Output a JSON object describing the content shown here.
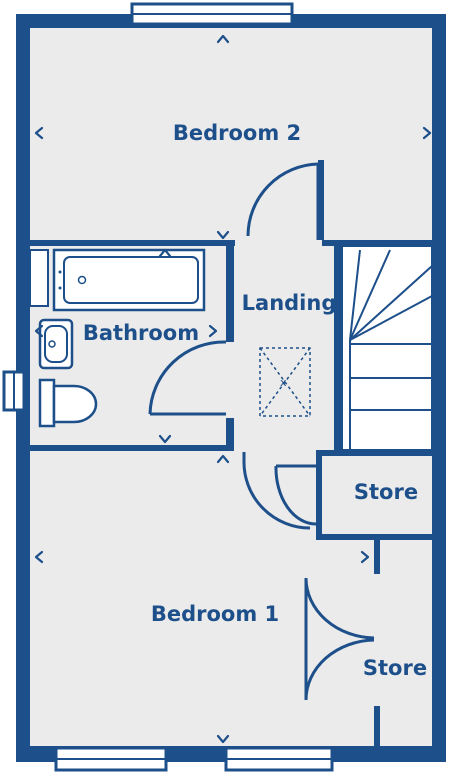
{
  "colors": {
    "wall": "#1d4f8a",
    "floor": "#ebebeb",
    "background": "#ffffff"
  },
  "rooms": [
    {
      "id": "bedroom-2",
      "label": "Bedroom 2"
    },
    {
      "id": "landing",
      "label": "Landing"
    },
    {
      "id": "bathroom",
      "label": "Bathroom"
    },
    {
      "id": "store-upper",
      "label": "Store"
    },
    {
      "id": "bedroom-1",
      "label": "Bedroom 1"
    },
    {
      "id": "store-lower",
      "label": "Store"
    }
  ],
  "icons": [
    "dimension-arrow-icon",
    "loft-hatch-icon",
    "bath-icon",
    "basin-icon",
    "toilet-icon",
    "staircase-icon",
    "door-swing-icon",
    "window-icon"
  ]
}
